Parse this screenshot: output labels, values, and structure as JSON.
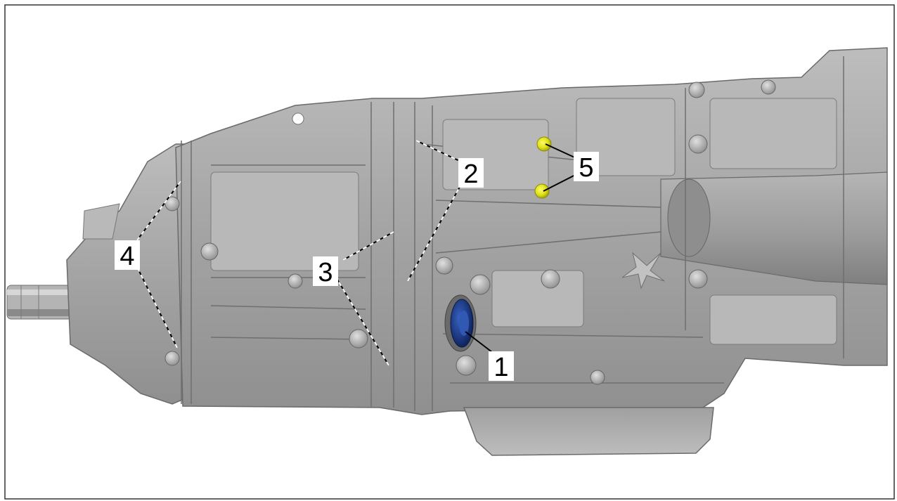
{
  "diagram": {
    "colors": {
      "housing_light": "#c9c9c9",
      "housing_mid": "#a9a9a9",
      "housing_dark": "#7d7d7d",
      "seal_blue": "#1c3f8f",
      "plug_yellow": "#e3e31a",
      "frame_border": "#333333",
      "leader": "#000000"
    },
    "callouts": [
      {
        "id": "1",
        "label": "1"
      },
      {
        "id": "2",
        "label": "2"
      },
      {
        "id": "3",
        "label": "3"
      },
      {
        "id": "4",
        "label": "4"
      },
      {
        "id": "5",
        "label": "5"
      }
    ]
  }
}
